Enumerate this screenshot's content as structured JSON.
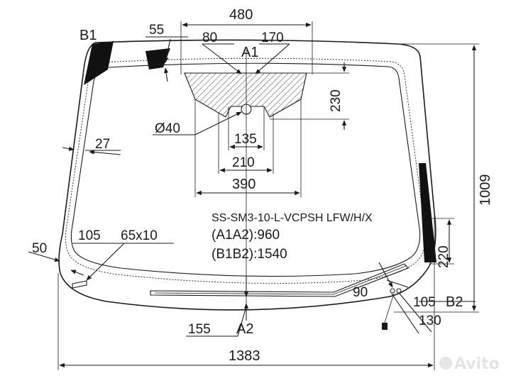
{
  "title": {
    "code": "SS-SM3-10-L-VCPSH LFW/H/X",
    "a1a2": "(A1A2):960",
    "b1b2": "(B1B2):1540"
  },
  "labels": {
    "a1": "A1",
    "a2": "A2",
    "b1": "B1",
    "b2": "B2"
  },
  "dimensions": {
    "top_width": "480",
    "d55": "55",
    "d80": "80",
    "d170": "170",
    "d230": "230",
    "hole": "Ø40",
    "d135": "135",
    "d210": "210",
    "d390": "390",
    "d27": "27",
    "d105_left": "105",
    "d65x10": "65x10",
    "d50": "50",
    "d1009": "1009",
    "d220": "220",
    "d90": "90",
    "d105_right": "105",
    "d130": "130",
    "d155": "155",
    "d1383": "1383"
  },
  "watermark": {
    "text": "Avito"
  }
}
